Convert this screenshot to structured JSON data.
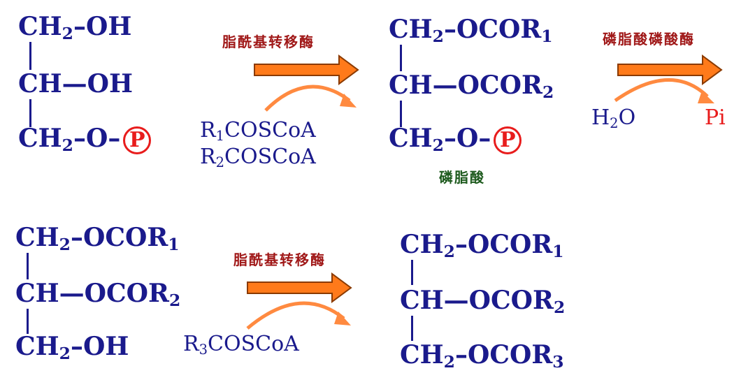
{
  "reaction1": {
    "substrate": {
      "line1": {
        "a": "CH",
        "s": "2",
        "b": "–OH"
      },
      "line2": {
        "a": "CH—OH"
      },
      "line3": {
        "a": "CH",
        "s": "2",
        "b": "–O–",
        "p": "P"
      }
    },
    "enzyme": "脂酰基转移酶",
    "reagent1": {
      "r": "R",
      "s": "1",
      "t": "COSCoA"
    },
    "reagent2": {
      "r": "R",
      "s": "2",
      "t": "COSCoA"
    },
    "product": {
      "line1": {
        "a": "CH",
        "s": "2",
        "b": "–OCOR",
        "s2": "1"
      },
      "line2": {
        "a": "CH—OCOR",
        "s2": "2"
      },
      "line3": {
        "a": "CH",
        "s": "2",
        "b": "–O–",
        "p": "P"
      },
      "label": "磷脂酸"
    }
  },
  "reaction2": {
    "enzyme": "磷脂酸磷酸酶",
    "input": {
      "a": "H",
      "s": "2",
      "b": "O"
    },
    "output": "Pi"
  },
  "reaction3": {
    "substrate": {
      "line1": {
        "a": "CH",
        "s": "2",
        "b": "–OCOR",
        "s2": "1"
      },
      "line2": {
        "a": "CH—OCOR",
        "s2": "2"
      },
      "line3": {
        "a": "CH",
        "s": "2",
        "b": "–OH"
      }
    },
    "enzyme": "脂酰基转移酶",
    "reagent": {
      "r": "R",
      "s": "3",
      "t": "COSCoA"
    },
    "product": {
      "line1": {
        "a": "CH",
        "s": "2",
        "b": "–OCOR",
        "s2": "1"
      },
      "line2": {
        "a": "CH—OCOR",
        "s2": "2"
      },
      "line3": {
        "a": "CH",
        "s": "2",
        "b": "–OCOR",
        "s2": "3"
      }
    }
  },
  "colors": {
    "structure": "#1a1a8c",
    "enzyme": "#a01818",
    "label": "#1d5a1d",
    "arrow": "#ff7a1a",
    "phosphate": "#e81c1c"
  }
}
